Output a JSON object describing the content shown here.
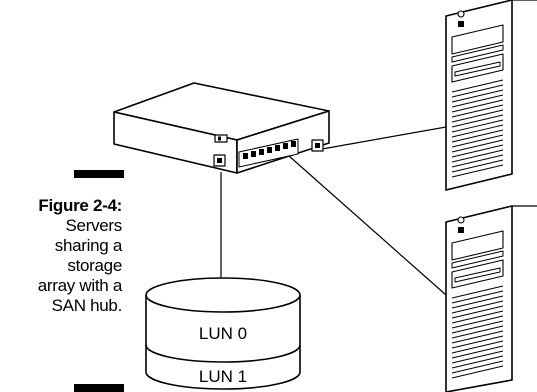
{
  "caption": {
    "label": "Figure 2-4:",
    "body": "Servers\nsharing a\nstorage\narray with a\nSAN hub."
  },
  "storage": {
    "luns": [
      "LUN 0",
      "LUN 1"
    ]
  }
}
